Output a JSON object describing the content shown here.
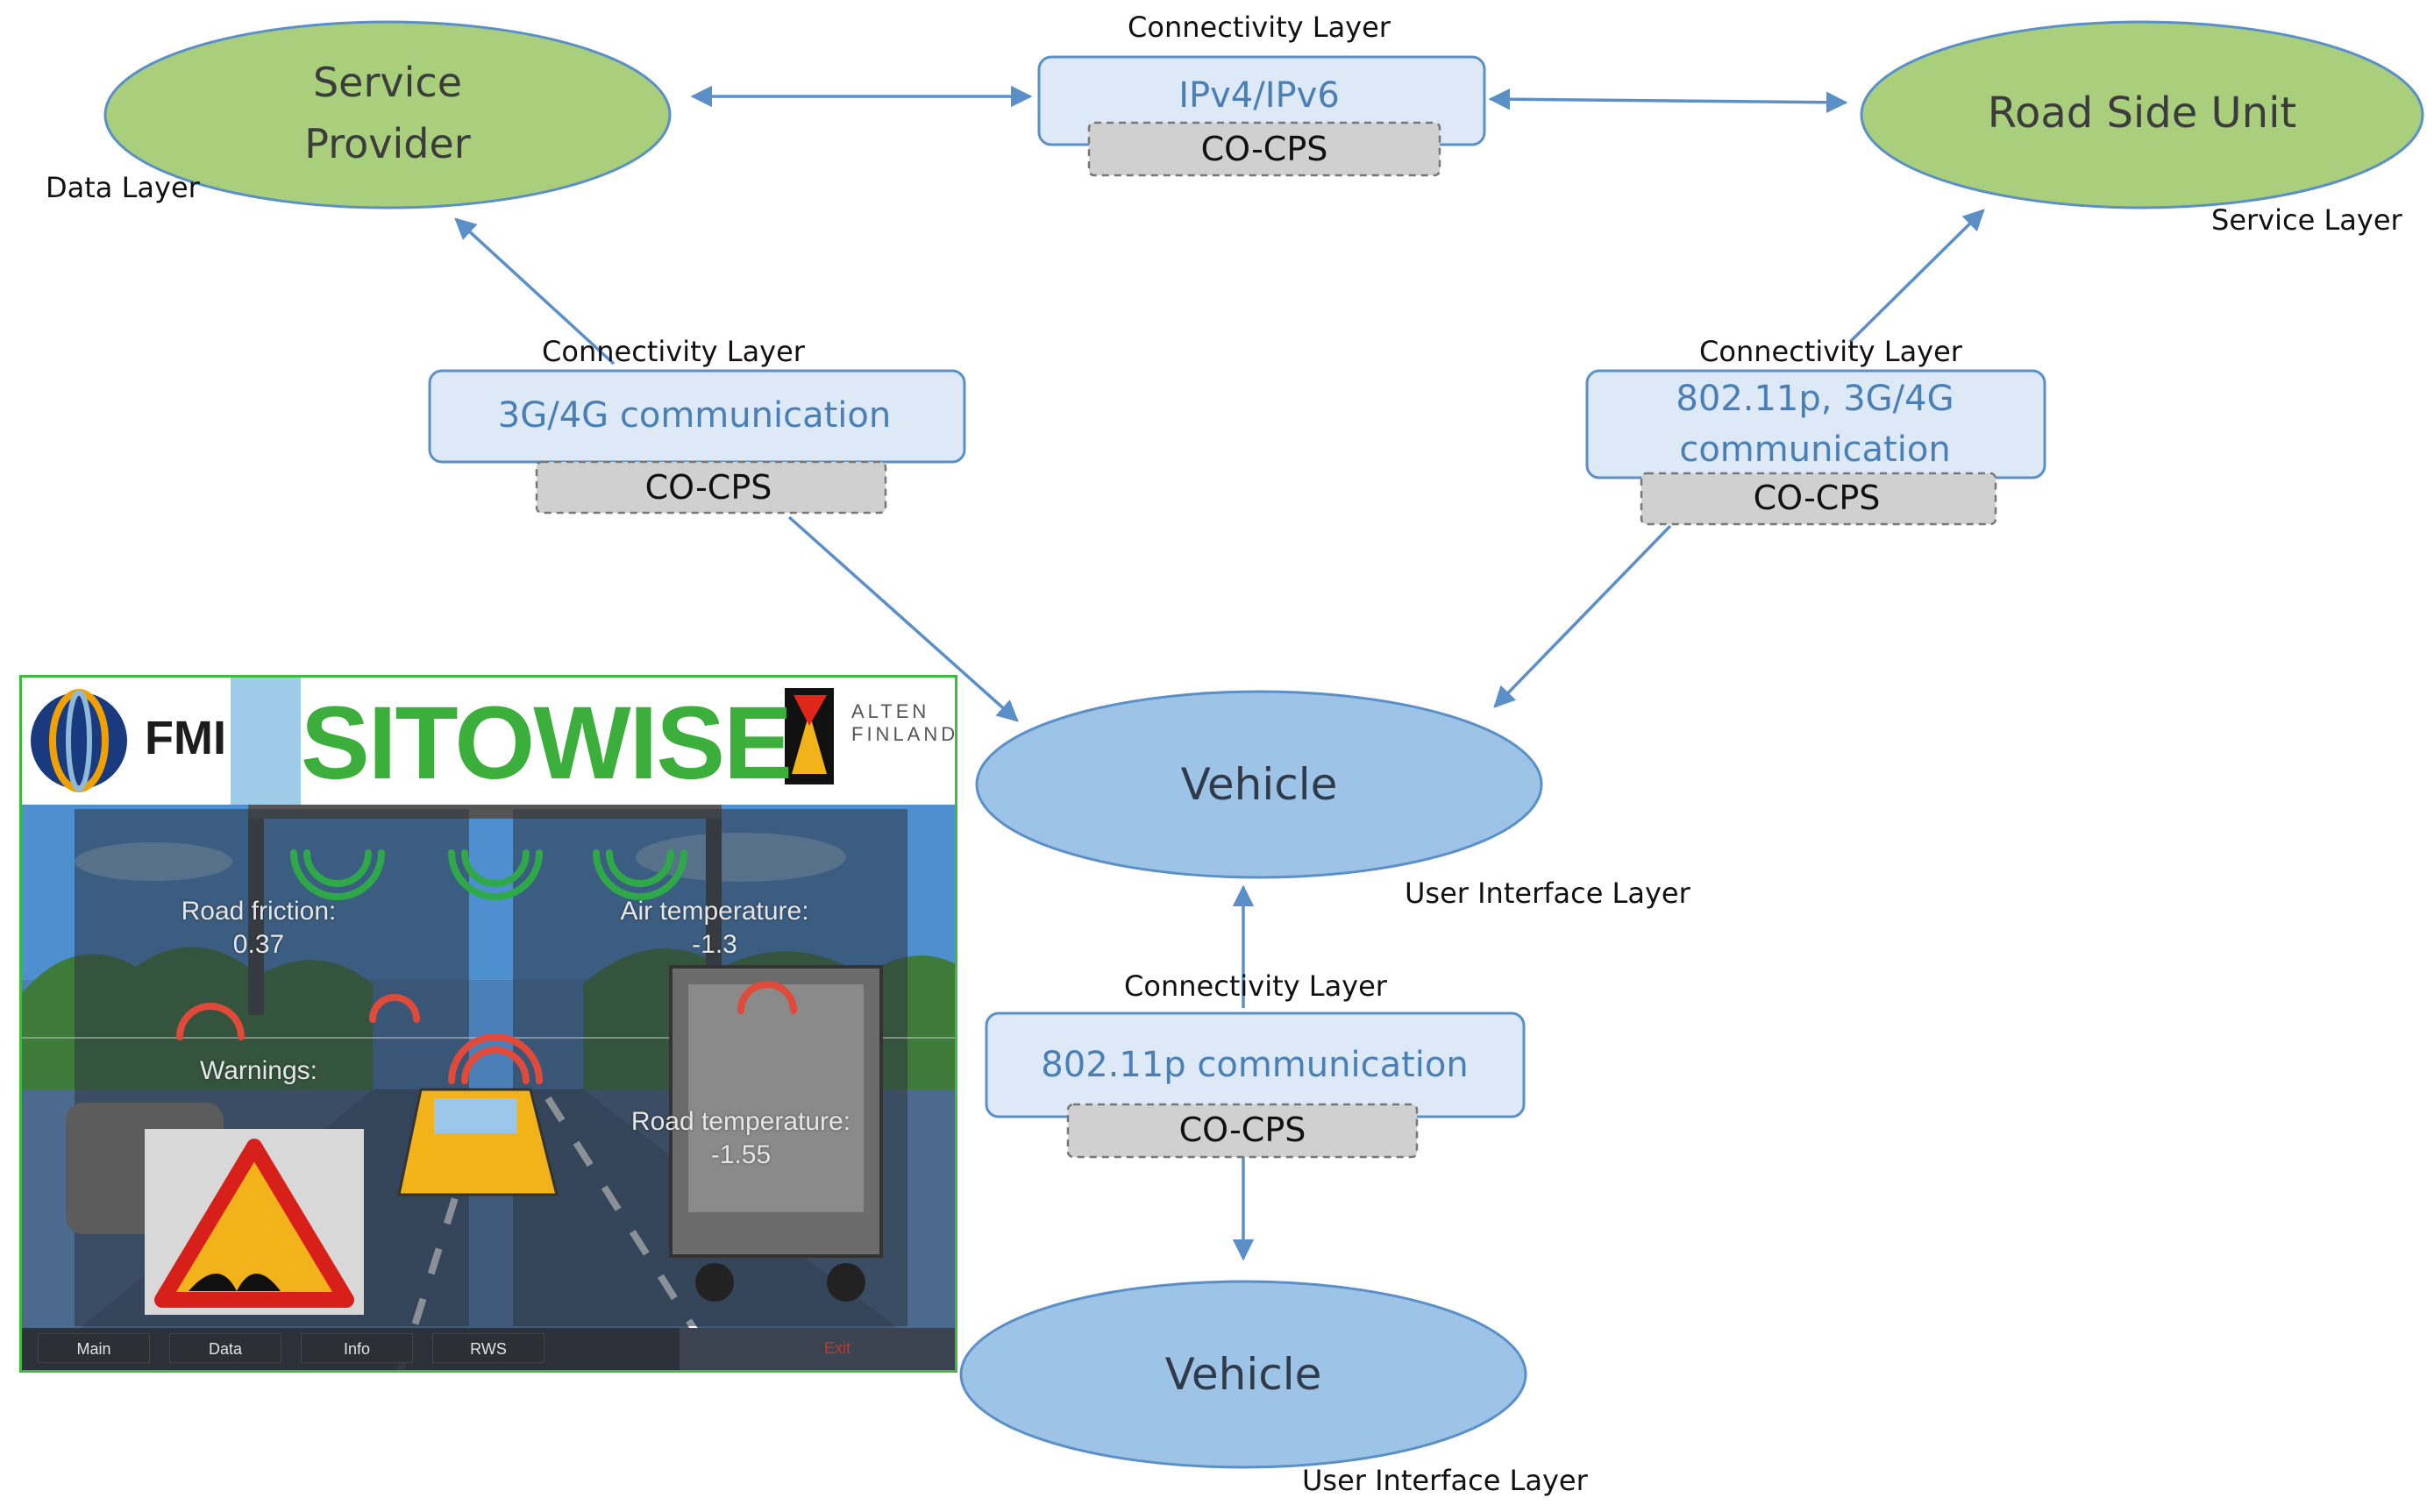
{
  "nodes": {
    "service_provider": {
      "line1": "Service",
      "line2": "Provider",
      "layer": "Data Layer"
    },
    "road_side_unit": {
      "label": "Road Side Unit",
      "layer": "Service Layer"
    },
    "vehicle_top": {
      "label": "Vehicle",
      "layer": "User Interface Layer"
    },
    "vehicle_bottom": {
      "label": "Vehicle",
      "layer": "User Interface Layer"
    }
  },
  "links": {
    "top": {
      "layer": "Connectivity Layer",
      "protocol": "IPv4/IPv6",
      "tag": "CO-CPS"
    },
    "left": {
      "layer": "Connectivity Layer",
      "protocol": "3G/4G communication",
      "tag": "CO-CPS"
    },
    "right": {
      "layer": "Connectivity Layer",
      "protocol_line1": "802.11p, 3G/4G",
      "protocol_line2": "communication",
      "tag": "CO-CPS"
    },
    "bottom": {
      "layer": "Connectivity Layer",
      "protocol": "802.11p communication",
      "tag": "CO-CPS"
    }
  },
  "app_screenshot": {
    "logos": {
      "fmi": "FMI",
      "sitowise": "SITOWISE",
      "alten_line1": "ALTEN",
      "alten_line2": "FINLAND"
    },
    "readouts": {
      "road_friction_label": "Road friction:",
      "road_friction_value": "0.37",
      "air_temperature_label": "Air temperature:",
      "air_temperature_value": "-1.3",
      "warnings_label": "Warnings:",
      "road_temperature_label": "Road temperature:",
      "road_temperature_value": "-1.55"
    },
    "tabs": [
      "Main",
      "Data",
      "Info",
      "RWS"
    ],
    "exit_label": "Exit"
  },
  "colors": {
    "green_node": "#a9cf7d",
    "blue_node": "#9dc3e6",
    "protocol_box": "#dde9f6",
    "tag_box": "#d0d0d0",
    "arrow": "#5b8fc7",
    "protocol_text": "#4a7fb5"
  }
}
